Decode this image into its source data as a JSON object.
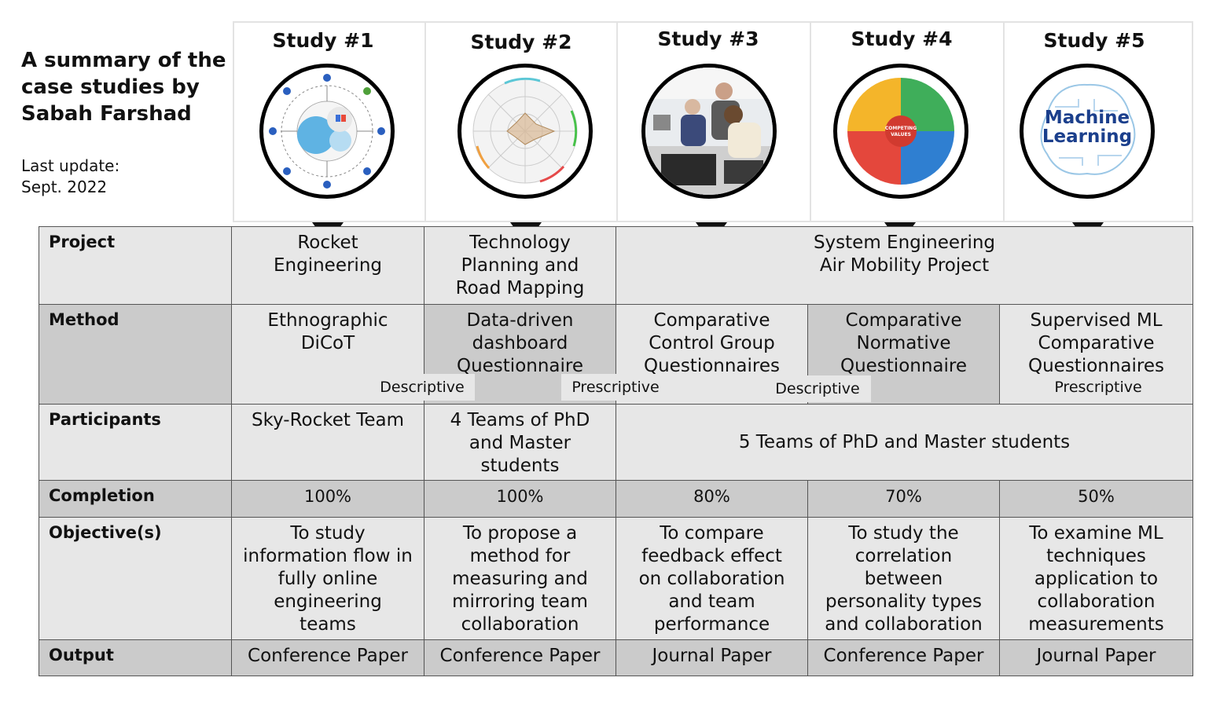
{
  "header": {
    "summary_title": "A summary of the case studies by Sabah Farshad",
    "last_update": "Last update:\nSept. 2022"
  },
  "studies": [
    {
      "title": "Study #1",
      "image": "collaboration-network-diagram"
    },
    {
      "title": "Study #2",
      "image": "radar-chart-dashboard"
    },
    {
      "title": "Study #3",
      "image": "team-working-photo"
    },
    {
      "title": "Study #4",
      "image": "competing-values-wheel"
    },
    {
      "title": "Study #5",
      "image": "machine-learning-brain-logo"
    }
  ],
  "study5_logo_text": "Machine\nLearning",
  "study4_center_text": "COMPETING\nVALUES",
  "table": {
    "row_labels": {
      "project": "Project",
      "method": "Method",
      "participants": "Participants",
      "completion": "Completion",
      "objectives": "Objective(s)",
      "output": "Output"
    },
    "project": [
      "Rocket\nEngineering",
      "Technology\nPlanning and\nRoad Mapping",
      "System Engineering\nAir Mobility Project"
    ],
    "method": [
      "Ethnographic\nDiCoT",
      "Data-driven\ndashboard\nQuestionnaire",
      "Comparative\nControl Group\nQuestionnaires",
      "Comparative\nNormative\nQuestionnaire",
      "Supervised ML\nComparative\nQuestionnaires"
    ],
    "method_tags": [
      "Descriptive",
      "Prescriptive",
      "Descriptive",
      "Prescriptive"
    ],
    "participants": [
      "Sky-Rocket Team",
      "4 Teams of PhD\nand Master\nstudents",
      "5 Teams of PhD and Master students"
    ],
    "completion": [
      "100%",
      "100%",
      "80%",
      "70%",
      "50%"
    ],
    "objectives": [
      "To study\ninformation flow in\nfully online\nengineering\nteams",
      "To propose a\nmethod for\nmeasuring and\nmirroring team\ncollaboration",
      "To compare\nfeedback effect\non collaboration\nand team\nperformance",
      "To study the\ncorrelation\nbetween\npersonality types\nand collaboration",
      "To examine ML\ntechniques\napplication to\ncollaboration\nmeasurements"
    ],
    "output": [
      "Conference Paper",
      "Conference Paper",
      "Journal Paper",
      "Conference Paper",
      "Journal Paper"
    ]
  }
}
